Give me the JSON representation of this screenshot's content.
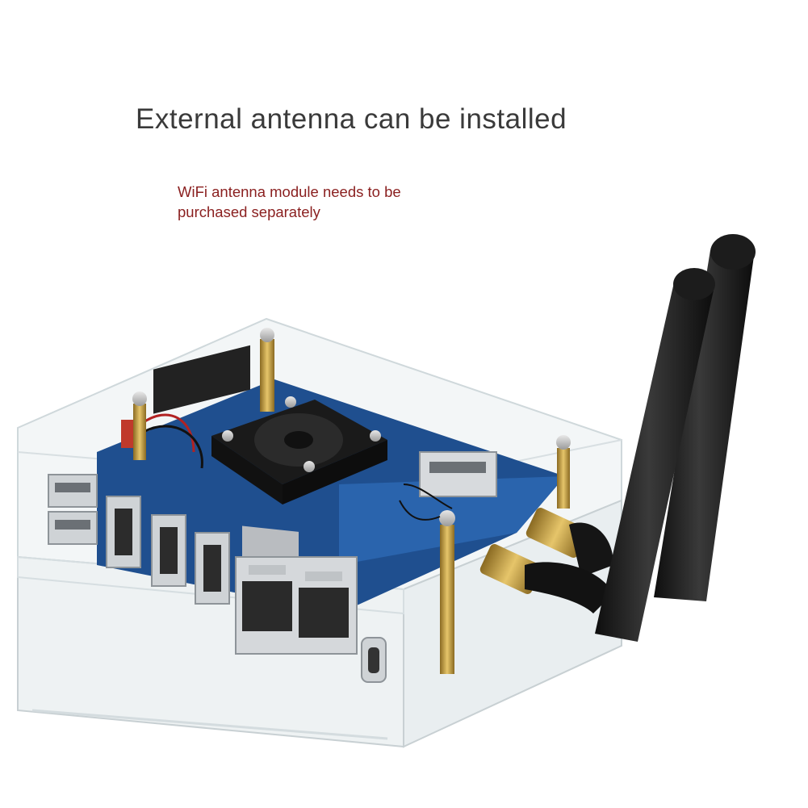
{
  "headline": "External antenna can be installed",
  "note": {
    "line1": "WiFi antenna module needs to be",
    "line2": "purchased separately"
  },
  "colors": {
    "headline": "#3a3a3a",
    "note": "#8a1f1f",
    "pcb": "#1f4f8f",
    "antenna": "#1a1a1a",
    "connector_gold": "#c9a548"
  },
  "objects": [
    "acrylic-case",
    "board",
    "cooling-fan",
    "usb-ports",
    "hdmi-ports",
    "ethernet-ports",
    "usb-c-port",
    "wifi-antenna",
    "sma-connector",
    "brass-standoff"
  ]
}
